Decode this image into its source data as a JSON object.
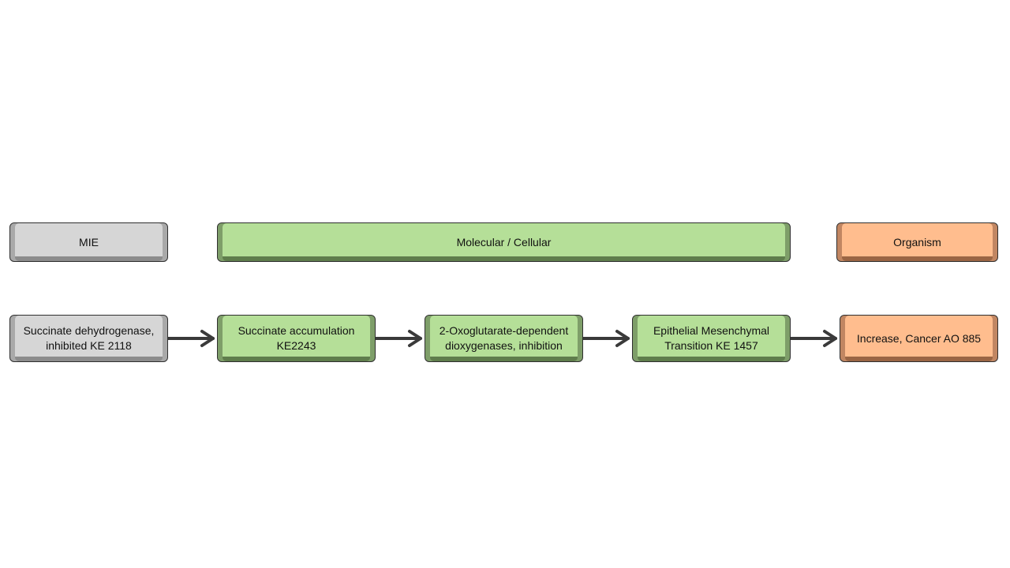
{
  "levels": {
    "mie": "MIE",
    "molecular_cellular": "Molecular / Cellular",
    "organism": "Organism"
  },
  "nodes": [
    {
      "label": "Succinate dehydrogenase,\ninhibited KE 2118",
      "category": "mie"
    },
    {
      "label": "Succinate accumulation\nKE2243",
      "category": "molecular_cellular"
    },
    {
      "label": "2-Oxoglutarate-dependent\ndioxygenases, inhibition",
      "category": "molecular_cellular"
    },
    {
      "label": "Epithelial Mesenchymal\nTransition KE 1457",
      "category": "molecular_cellular"
    },
    {
      "label": "Increase, Cancer AO 885",
      "category": "organism"
    }
  ],
  "edges": [
    {
      "from": 0,
      "to": 1
    },
    {
      "from": 1,
      "to": 2
    },
    {
      "from": 2,
      "to": 3
    },
    {
      "from": 3,
      "to": 4
    }
  ],
  "colors": {
    "mie": "#d6d6d6",
    "molecular_cellular": "#b5df98",
    "organism": "#ffbd8e",
    "arrow": "#3a3a3a"
  }
}
